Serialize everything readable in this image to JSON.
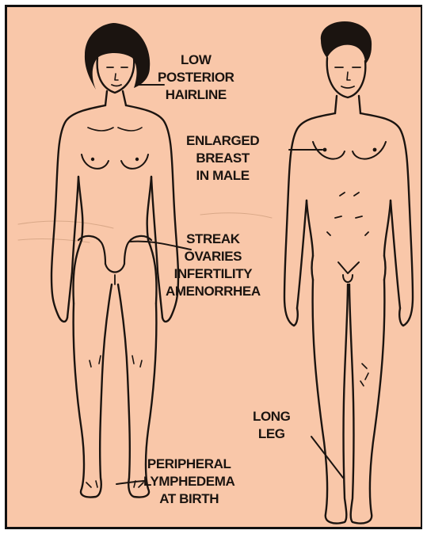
{
  "diagram": {
    "colors": {
      "background": "#f9c7a9",
      "ink": "#1b1410",
      "frame": "#111111"
    },
    "figures": {
      "female": "female-figure",
      "male": "male-figure"
    },
    "labels": {
      "hairline": [
        "LOW",
        "POSTERIOR",
        "HAIRLINE"
      ],
      "breast": [
        "ENLARGED",
        "BREAST",
        "IN MALE"
      ],
      "ovaries": [
        "STREAK",
        "OVARIES",
        "INFERTILITY",
        "AMENORRHEA"
      ],
      "leg": [
        "LONG",
        "LEG"
      ],
      "lymphedema": [
        "PERIPHERAL",
        "LYMPHEDEMA",
        "AT BIRTH"
      ]
    }
  }
}
